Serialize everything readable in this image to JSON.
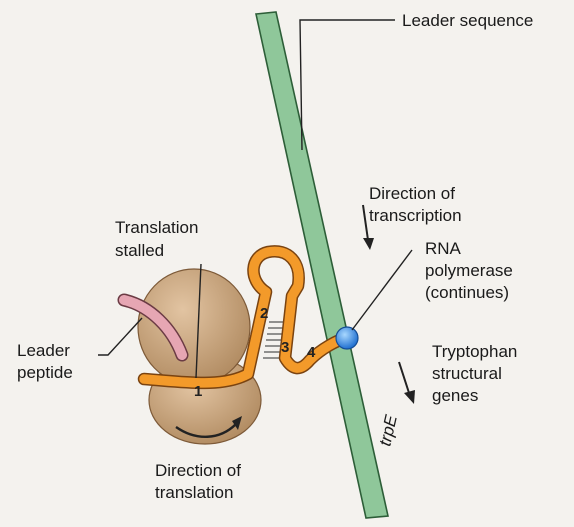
{
  "labels": {
    "leader_sequence": "Leader sequence",
    "direction_transcription": [
      "Direction of",
      "transcription"
    ],
    "translation_stalled": [
      "Translation",
      "stalled"
    ],
    "rna_polymerase": [
      "RNA",
      "polymerase",
      "(continues)"
    ],
    "leader_peptide": [
      "Leader",
      "peptide"
    ],
    "tryptophan_genes": [
      "Tryptophan",
      "structural",
      "genes"
    ],
    "gene_name": "trpE",
    "direction_translation": [
      "Direction of",
      "translation"
    ]
  },
  "regions": [
    "1",
    "2",
    "3",
    "4"
  ],
  "colors": {
    "dna_strand": "#8fc79a",
    "mrna": "#f39a2a",
    "ribosome": "#c9a37a",
    "peptide": "#e6a6b3",
    "polymerase": "#3f8fe0"
  }
}
